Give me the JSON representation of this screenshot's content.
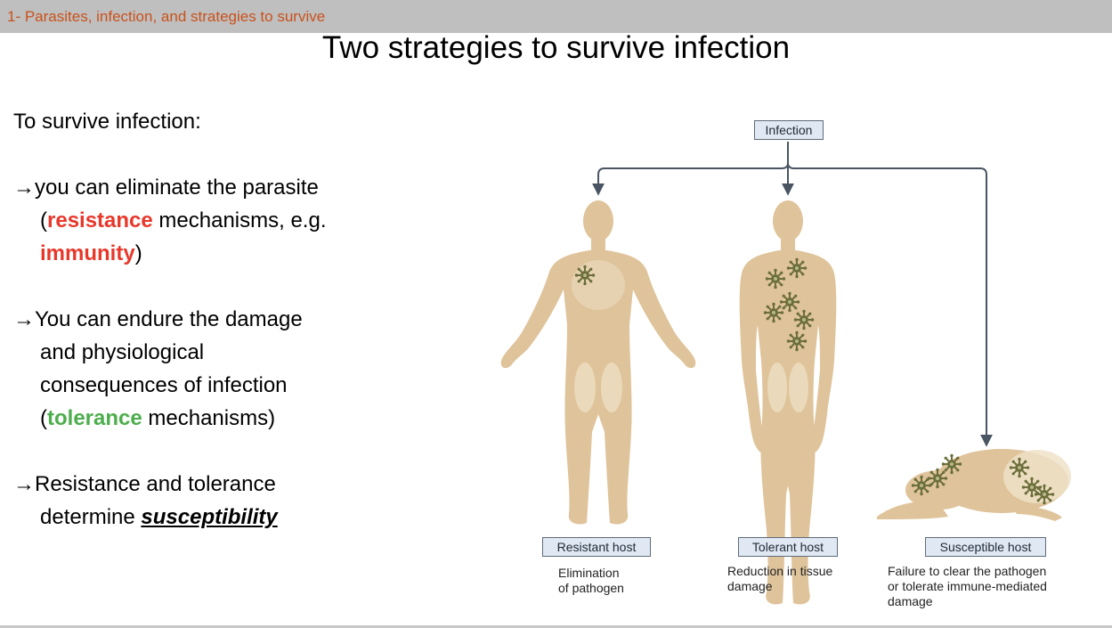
{
  "header": {
    "section": "1- Parasites, infection, and strategies to survive"
  },
  "title": "Two strategies to survive infection",
  "bullets": {
    "intro": "To survive infection:",
    "b1": {
      "arrow": "→",
      "l1": "you can eliminate the parasite",
      "l2a": "(",
      "l2_red": "resistance",
      "l2b": " mechanisms, e.g.",
      "l3_red": "immunity",
      "l3b": ")"
    },
    "b2": {
      "arrow": "→",
      "l1": "You can endure the damage",
      "l2": "and physiological",
      "l3": "consequences of infection",
      "l4a": "(",
      "l4_green": "tolerance",
      "l4b": " mechanisms)"
    },
    "b3": {
      "arrow": "→",
      "l1": "Resistance and tolerance",
      "l2a": "determine ",
      "l2_bold": "susceptibility"
    }
  },
  "figure": {
    "top_label": "Infection",
    "hosts": [
      {
        "label": "Resistant host",
        "caption": [
          "Elimination",
          "of pathogen"
        ]
      },
      {
        "label": "Tolerant host",
        "caption": [
          "Reduction in tissue",
          "damage"
        ]
      },
      {
        "label": "Susceptible host",
        "caption": [
          "Failure to clear the pathogen",
          "or tolerate immune-mediated",
          "damage"
        ]
      }
    ],
    "colors": {
      "skin": "#dfc39a",
      "skin_shadow": "#cfae80",
      "arrow": "#4a5563",
      "pathogen": "#6b6e3a",
      "box_fill": "#dfe8f3"
    }
  }
}
